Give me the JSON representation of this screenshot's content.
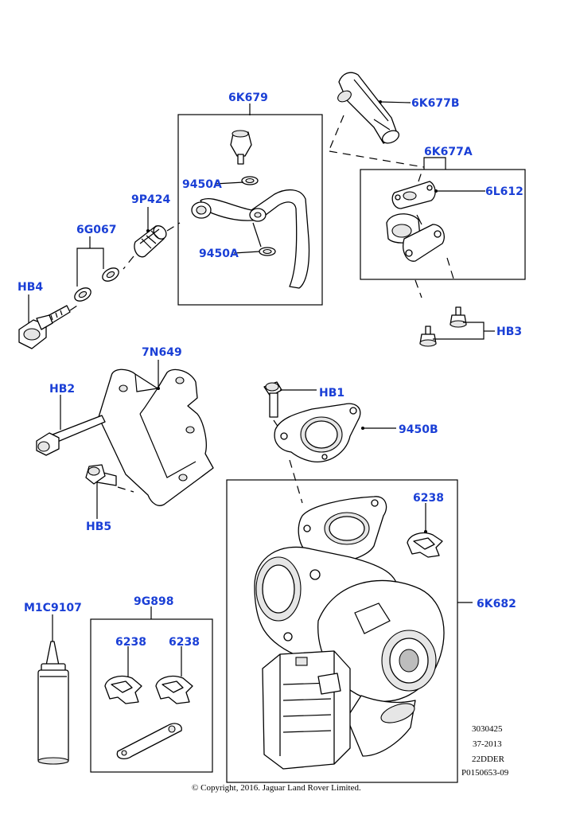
{
  "diagram": {
    "title": "Turbocharger exploded parts diagram",
    "labels": {
      "p6K679": "6K679",
      "p6K677B": "6K677B",
      "p6K677A": "6K677A",
      "p6L612": "6L612",
      "p9450A_top": "9450A",
      "p9450A_bottom": "9450A",
      "p9P424": "9P424",
      "p6G067": "6G067",
      "pHB4": "HB4",
      "pHB3": "HB3",
      "p7N649": "7N649",
      "pHB2": "HB2",
      "pHB1": "HB1",
      "p9450B": "9450B",
      "pHB5": "HB5",
      "p6238_main": "6238",
      "p6K682": "6K682",
      "pM1C9107": "M1C9107",
      "p9G898": "9G898",
      "p6238_left": "6238",
      "p6238_right": "6238"
    },
    "reference": {
      "line1": "3030425",
      "line2": "37-2013",
      "line3": "22DDER",
      "line4": "P0150653-09"
    },
    "copyright": "© Copyright, 2016. Jaguar Land Rover Limited."
  }
}
